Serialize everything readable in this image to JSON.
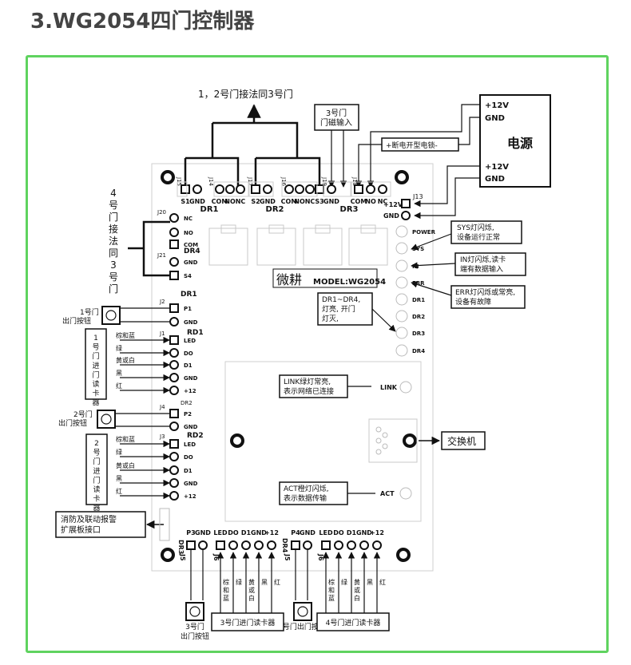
{
  "page": {
    "title": "3.WG2054四门控制器"
  },
  "board": {
    "brand": "微耕",
    "model": "MODEL:WG2054",
    "top_note": "1，2号门接法同3号门",
    "door3_sensor": "3号门 门磁输入",
    "power_box": "电源",
    "power_12v_a": "+12V",
    "power_gnd_a": "GND",
    "power_12v_b": "+12V",
    "power_gnd_b": "GND",
    "lock_label": "+断电开型电锁-",
    "door4_note": "4号门接法同3号门",
    "j13_12v": "+12V",
    "j13_gnd": "GND",
    "j13_name": "J13"
  },
  "top_header": {
    "ids": [
      "J15",
      "J14",
      "J17",
      "J16",
      "J19",
      "J18"
    ],
    "pins": [
      "S1",
      "GND",
      "COM",
      "NO",
      "NC",
      "S2",
      "GND",
      "COM",
      "NO",
      "NC",
      "S3",
      "GND",
      "COM",
      "NO",
      "NC"
    ],
    "groups": [
      "DR1",
      "DR2",
      "DR3"
    ]
  },
  "leds": {
    "labels": [
      "POWER",
      "SYS",
      "IN",
      "ERR",
      "DR1",
      "DR2",
      "DR3",
      "DR4",
      "LINK",
      "ACT"
    ],
    "sys_note": "SYS灯闪烁, 设备运行正常",
    "in_note": "IN灯闪烁,读卡 端有数据输入",
    "err_note": "ERR灯闪烁或常亮, 设备有故障",
    "dr_note": "DR1~DR4, 灯亮, 开门 灯灭, 关门",
    "link_note": "LINK绿灯常亮, 表示网络已连接",
    "act_note": "ACT橙灯闪烁, 表示数据传输",
    "switch_label": "交换机"
  },
  "left_panel": {
    "j20": "J20",
    "j21": "J21",
    "dr4": "DR4",
    "j20_pins": [
      "NC",
      "NO",
      "COM",
      "GND",
      "S4"
    ],
    "dr1": "DR1",
    "j2": "J2",
    "p1_pins": [
      "P1",
      "GND"
    ],
    "btn1": "1号门 出门按钮",
    "j1": "J1",
    "rd1": "RD1",
    "rd_pins": [
      "LED",
      "DO",
      "D1",
      "GND",
      "+12"
    ],
    "wires": [
      "棕和蓝",
      "绿",
      "黄或白",
      "黑",
      "红"
    ],
    "reader1": "1号门进门读卡器",
    "dr2": "DR2",
    "j4": "J4",
    "p2_pins": [
      "P2",
      "GND"
    ],
    "btn2": "2号门 出门按钮",
    "j3": "J3",
    "rd2": "RD2",
    "reader2": "2号门进门读卡器",
    "fire": "消防及联动报警 扩展板接口"
  },
  "bottom": {
    "dr3": "DR3",
    "j5a": "J5",
    "j6a": "J6",
    "dr4": "DR4",
    "j5b": "J5",
    "j6b": "J6",
    "p3_pins": [
      "P3",
      "GND"
    ],
    "p4_pins": [
      "P4",
      "GND"
    ],
    "rd_pins": [
      "LED",
      "DO",
      "D1",
      "GND",
      "+12"
    ],
    "wires": [
      "棕和蓝",
      "绿",
      "黄或白",
      "黑",
      "红"
    ],
    "btn3": "3号门 出门按钮",
    "btn4": "4号门 出门按钮",
    "reader3": "3号门进门读卡器",
    "reader4": "4号门进门读卡器"
  }
}
